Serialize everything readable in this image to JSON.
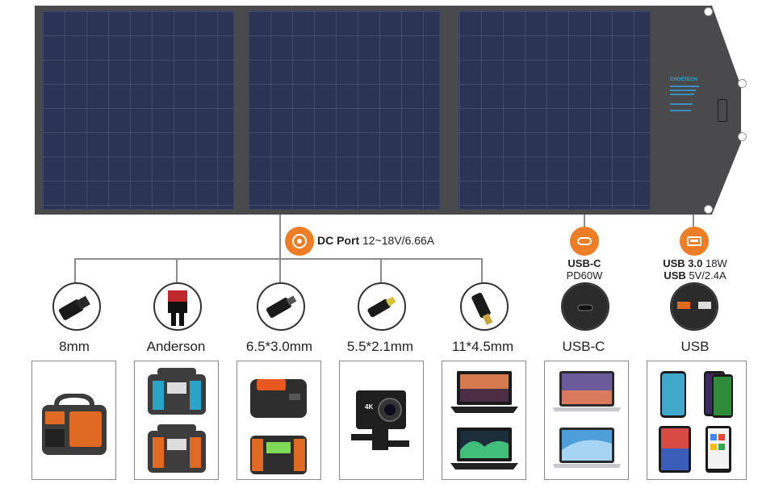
{
  "panel": {
    "brand": "CHOETECH",
    "colors": {
      "frame": "#4a4a4c",
      "cells": "#2c3456",
      "accent": "#ee7d26"
    }
  },
  "dc_port": {
    "title": "DC Port",
    "spec": "12~18V/6.66A",
    "icon": "dc-port-icon"
  },
  "usb_c_port": {
    "title": "USB-C",
    "spec": "PD60W",
    "icon": "usb-c-port-icon"
  },
  "usb_port": {
    "line1_title": "USB 3.0",
    "line1_spec": "18W",
    "line2_title": "USB",
    "line2_spec": "5V/2.4A",
    "icon": "usb-a-port-icon"
  },
  "connectors": [
    {
      "name": "8mm",
      "icon": "barrel-plug-8mm-icon"
    },
    {
      "name": "Anderson",
      "icon": "anderson-plug-icon"
    },
    {
      "name": "6.5*3.0mm",
      "icon": "barrel-plug-6-5-icon"
    },
    {
      "name": "5.5*2.1mm",
      "icon": "barrel-plug-5-5-icon"
    },
    {
      "name": "11*4.5mm",
      "icon": "laptop-plug-icon"
    },
    {
      "name": "USB-C",
      "icon": "usb-c-socket-icon"
    },
    {
      "name": "USB",
      "icon": "usb-a-socket-icon"
    }
  ],
  "devices": [
    {
      "group": "8mm",
      "items": [
        "portable-power-station"
      ]
    },
    {
      "group": "Anderson",
      "items": [
        "power-station-blue",
        "power-station-orange"
      ]
    },
    {
      "group": "6.5*3.0mm",
      "items": [
        "power-bank-orange",
        "power-station-green-display"
      ]
    },
    {
      "group": "5.5*2.1mm",
      "items": [
        "action-camera"
      ],
      "camera_label": "4K"
    },
    {
      "group": "11*4.5mm",
      "items": [
        "laptop-sunset",
        "laptop-aurora"
      ]
    },
    {
      "group": "USB-C",
      "items": [
        "macbook-purple",
        "macbook-blue"
      ]
    },
    {
      "group": "USB",
      "items": [
        "phone-galaxy",
        "phone-colorful",
        "tablet-ipad",
        "phone-pixel"
      ]
    }
  ]
}
